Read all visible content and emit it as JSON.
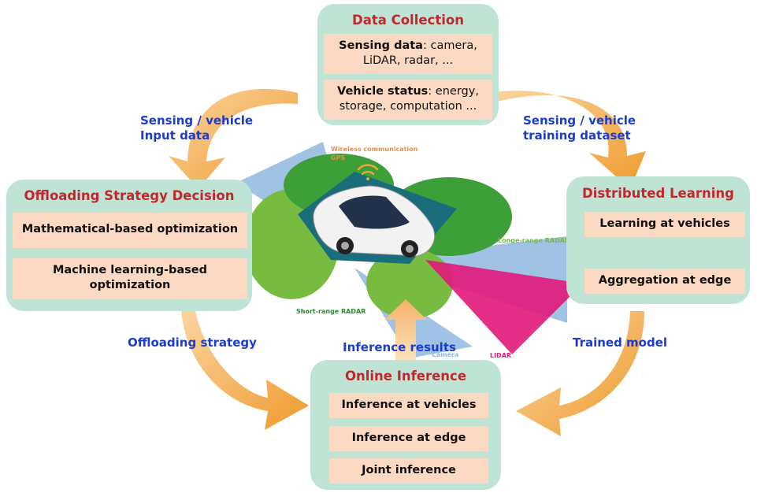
{
  "data_collection": {
    "title": "Data Collection",
    "sensing_bold": "Sensing data",
    "sensing_rest_1": ": camera,",
    "sensing_rest_2": "LiDAR, radar, ...",
    "status_bold": "Vehicle status",
    "status_rest_1": ": energy,",
    "status_rest_2": "storage, computation ..."
  },
  "offloading": {
    "title": "Offloading Strategy Decision",
    "items": [
      "Mathematical-based optimization",
      "Machine learning-based",
      "optimization"
    ]
  },
  "distributed": {
    "title": "Distributed Learning",
    "items": [
      "Learning at vehicles",
      "Aggregation at edge"
    ]
  },
  "online_inference": {
    "title": "Online Inference",
    "items": [
      "Inference at vehicles",
      "Inference at edge",
      "Joint inference"
    ]
  },
  "flows": {
    "left_top_1": "Sensing / vehicle",
    "left_top_2": "Input data",
    "right_top_1": "Sensing / vehicle",
    "right_top_2": "training dataset",
    "left_bottom": "Offloading strategy",
    "center": "Inference results",
    "right_bottom": "Trained model"
  },
  "sensors": {
    "wireless": "Wireless communication",
    "gps": "GPS",
    "long_range": "Longe-range RADAR",
    "short_range": "Short-range RADAR",
    "camera": "Camera",
    "lidar": "LIDAR"
  },
  "colors": {
    "panel": "#bfe4d6",
    "item": "#fbd9c2",
    "title": "#c1272d",
    "flow_label": "#1a3ccf",
    "arrow": "#f0a23a"
  }
}
